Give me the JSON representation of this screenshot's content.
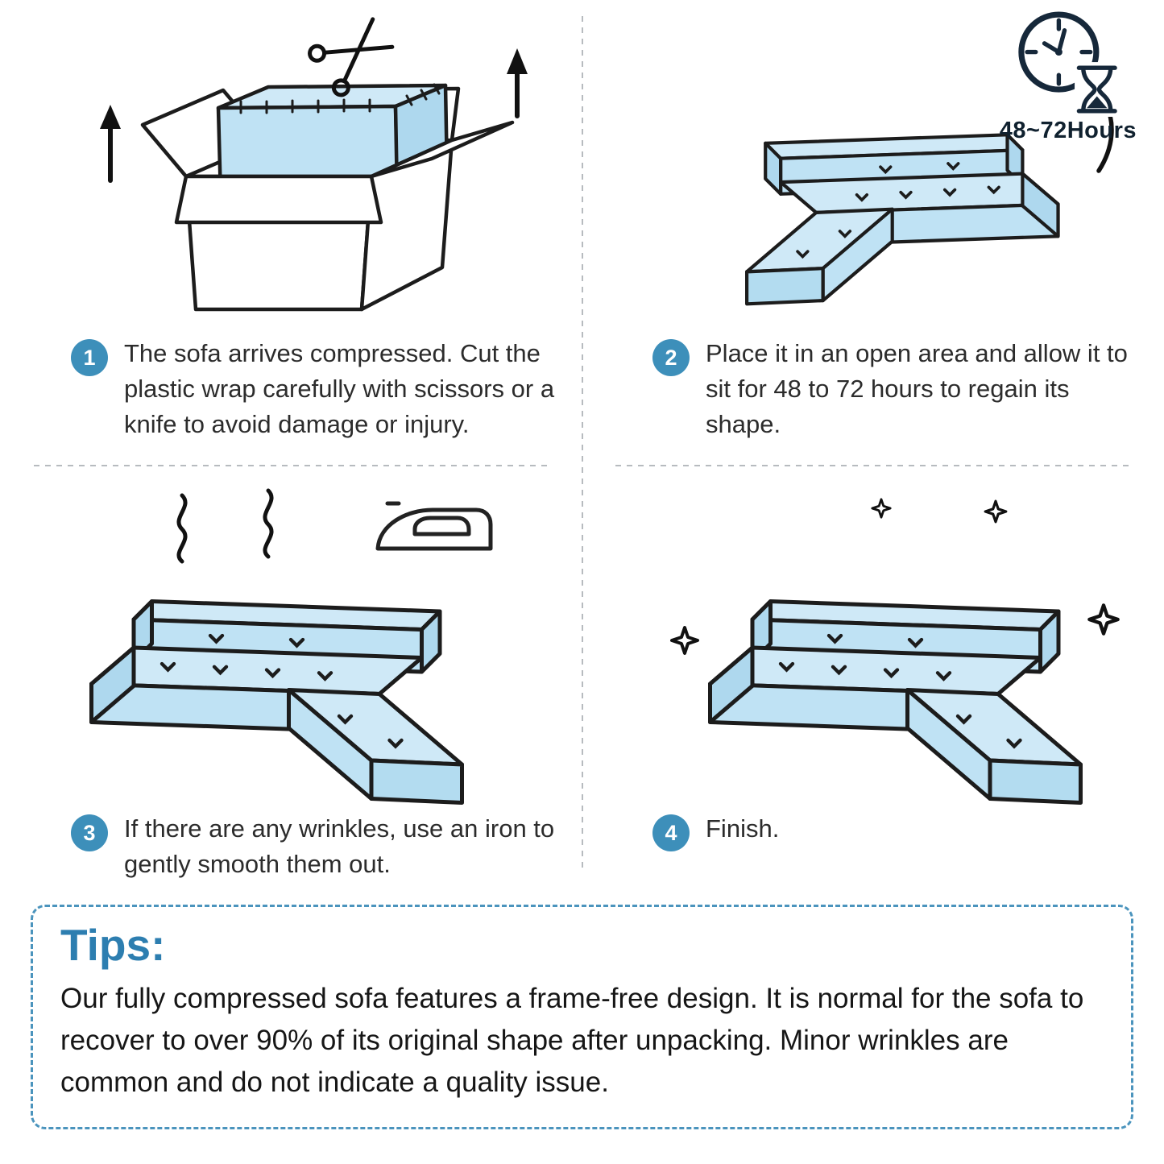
{
  "steps": [
    {
      "number": "1",
      "text": "The sofa arrives compressed. Cut the plastic wrap carefully with scissors or a knife to avoid damage or injury."
    },
    {
      "number": "2",
      "text": "Place it in an open area and allow it to sit for 48 to 72 hours to regain its shape."
    },
    {
      "number": "3",
      "text": "If there are any wrinkles, use an iron to gently smooth them out."
    },
    {
      "number": "4",
      "text": "Finish."
    }
  ],
  "duration_label": "48~72Hours",
  "tips": {
    "title": "Tips:",
    "body": "Our fully compressed sofa features a frame-free design. It is normal for the sofa to recover to over 90% of its original shape after unpacking. Minor wrinkles are common and do not indicate a quality issue."
  },
  "icons": {
    "scissors": "scissors-icon",
    "up_arrow": "up-arrow-icon",
    "clock": "clock-icon",
    "hourglass": "hourglass-icon",
    "curved_arrow": "curved-arrow-icon",
    "iron": "iron-icon",
    "steam": "steam-icon",
    "sparkle": "sparkle-icon"
  },
  "colors": {
    "accent_blue": "#3d8fba",
    "tips_heading": "#2d7eb0",
    "sofa_fill": "#bfe2f4",
    "sofa_fill_light": "#cfe9f7",
    "sofa_fill_dark": "#aed8ee",
    "outline": "#1c1c1c",
    "divider_gray": "#b7bbbf",
    "clock_navy": "#10212f"
  }
}
